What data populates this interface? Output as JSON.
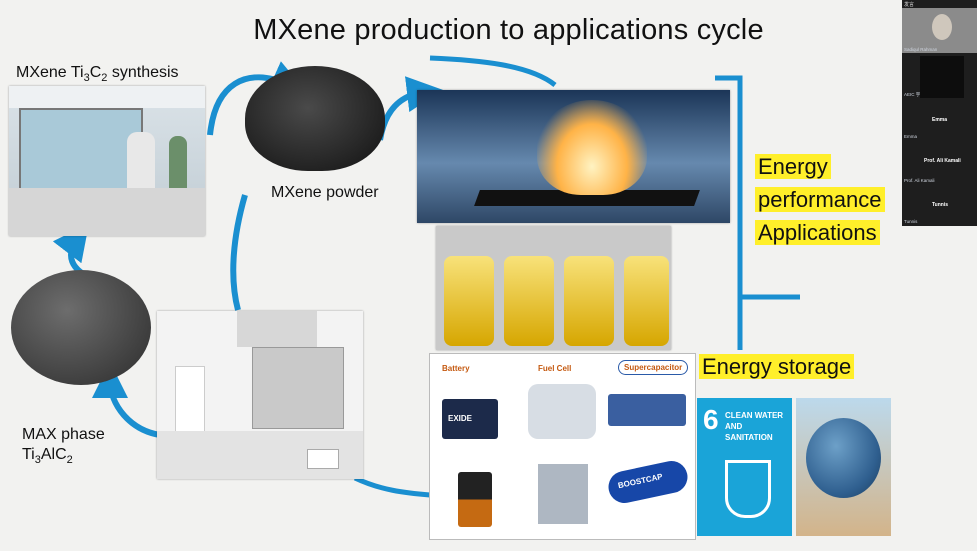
{
  "slide": {
    "title": "MXene production to applications cycle",
    "synthesis_label": "MXene Ti",
    "synthesis_sub1": "3",
    "synthesis_mid": "C",
    "synthesis_sub2": "2",
    "synthesis_rest": " synthesis",
    "powder_label": "MXene powder",
    "max_phase_line1": "MAX phase",
    "max_phase_line2": "Ti",
    "max_phase_sub1": "3",
    "max_phase_mid": "AlC",
    "max_phase_sub2": "2",
    "energy_perf": [
      "Energy",
      "performance",
      "Applications"
    ],
    "energy_storage": "Energy storage",
    "panel": {
      "battery": "Battery",
      "fuel_cell": "Fuel Cell",
      "supercapacitor": "Supercapacitor",
      "exide": "EXIDE",
      "boostcap": "BOOSTCAP"
    },
    "sdg": {
      "number": "6",
      "text": "CLEAN WATER AND SANITATION"
    }
  },
  "meeting": {
    "top_label": "发言",
    "participants": [
      {
        "name": "Sadiqul Rahman"
      },
      {
        "name": "AEIC 宇"
      },
      {
        "name": "Emma",
        "caption": "Emma"
      },
      {
        "name": "Prof. Ali Kamali",
        "caption": "Prof. Ali Kamali"
      },
      {
        "name": "Tunnis",
        "caption": "Tunnis"
      }
    ]
  },
  "colors": {
    "arrow": "#1a8fd0",
    "highlight": "#ffef2a",
    "sdg": "#1aa4d8",
    "sidebar": "#1e1e1e"
  }
}
